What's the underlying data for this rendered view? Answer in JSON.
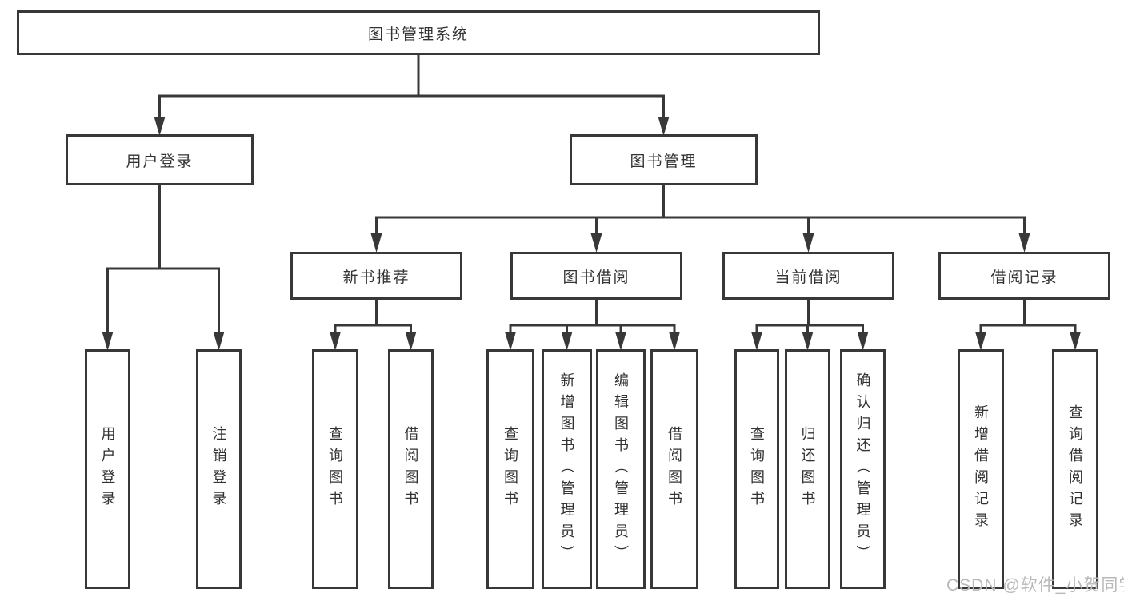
{
  "diagram": {
    "type": "hierarchy-tree",
    "orientation": "top-down"
  },
  "tree": {
    "label": "图书管理系统",
    "children": [
      {
        "label": "用户登录",
        "children": [
          {
            "label": "用户登录"
          },
          {
            "label": "注销登录"
          }
        ]
      },
      {
        "label": "图书管理",
        "children": [
          {
            "label": "新书推荐",
            "children": [
              {
                "label": "查询图书"
              },
              {
                "label": "借阅图书"
              }
            ]
          },
          {
            "label": "图书借阅",
            "children": [
              {
                "label": "查询图书"
              },
              {
                "label": "新增图书（管理员）"
              },
              {
                "label": "编辑图书（管理员）"
              },
              {
                "label": "借阅图书"
              }
            ]
          },
          {
            "label": "当前借阅",
            "children": [
              {
                "label": "查询图书"
              },
              {
                "label": "归还图书"
              },
              {
                "label": "确认归还（管理员）"
              }
            ]
          },
          {
            "label": "借阅记录",
            "children": [
              {
                "label": "新增借阅记录"
              },
              {
                "label": "查询借阅记录"
              }
            ]
          }
        ]
      }
    ]
  },
  "watermark": {
    "text": "CSDN @软件_小贺同学"
  },
  "colors": {
    "line": "#383838",
    "text": "#333333",
    "box_bg": "#ffffff",
    "watermark": "#b9b9b9"
  }
}
